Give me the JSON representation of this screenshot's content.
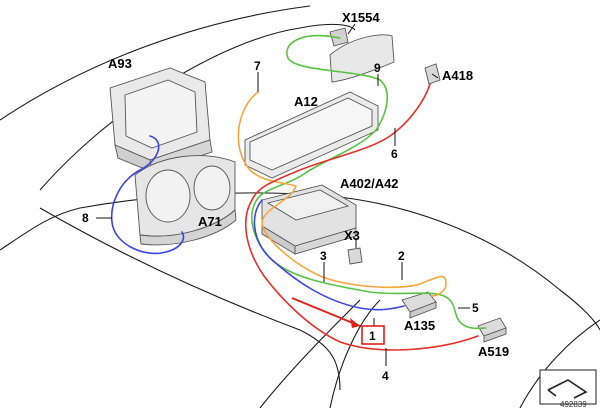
{
  "labels": {
    "x1554": "X1554",
    "a93": "A93",
    "a418": "A418",
    "a12": "A12",
    "a402": "A402/A42",
    "a71": "A71",
    "x3": "X3",
    "a135": "A135",
    "a519": "A519"
  },
  "numbers": {
    "n1": "1",
    "n2": "2",
    "n3": "3",
    "n4": "4",
    "n5": "5",
    "n6": "6",
    "n7": "7",
    "n8": "8",
    "n9": "9"
  },
  "logo": {
    "code": "492839"
  },
  "colors": {
    "wire_red": "#e3302a",
    "wire_green": "#5ac242",
    "wire_blue": "#3b47d8",
    "wire_orange": "#f3a73b",
    "highlight": "#e0211a"
  }
}
